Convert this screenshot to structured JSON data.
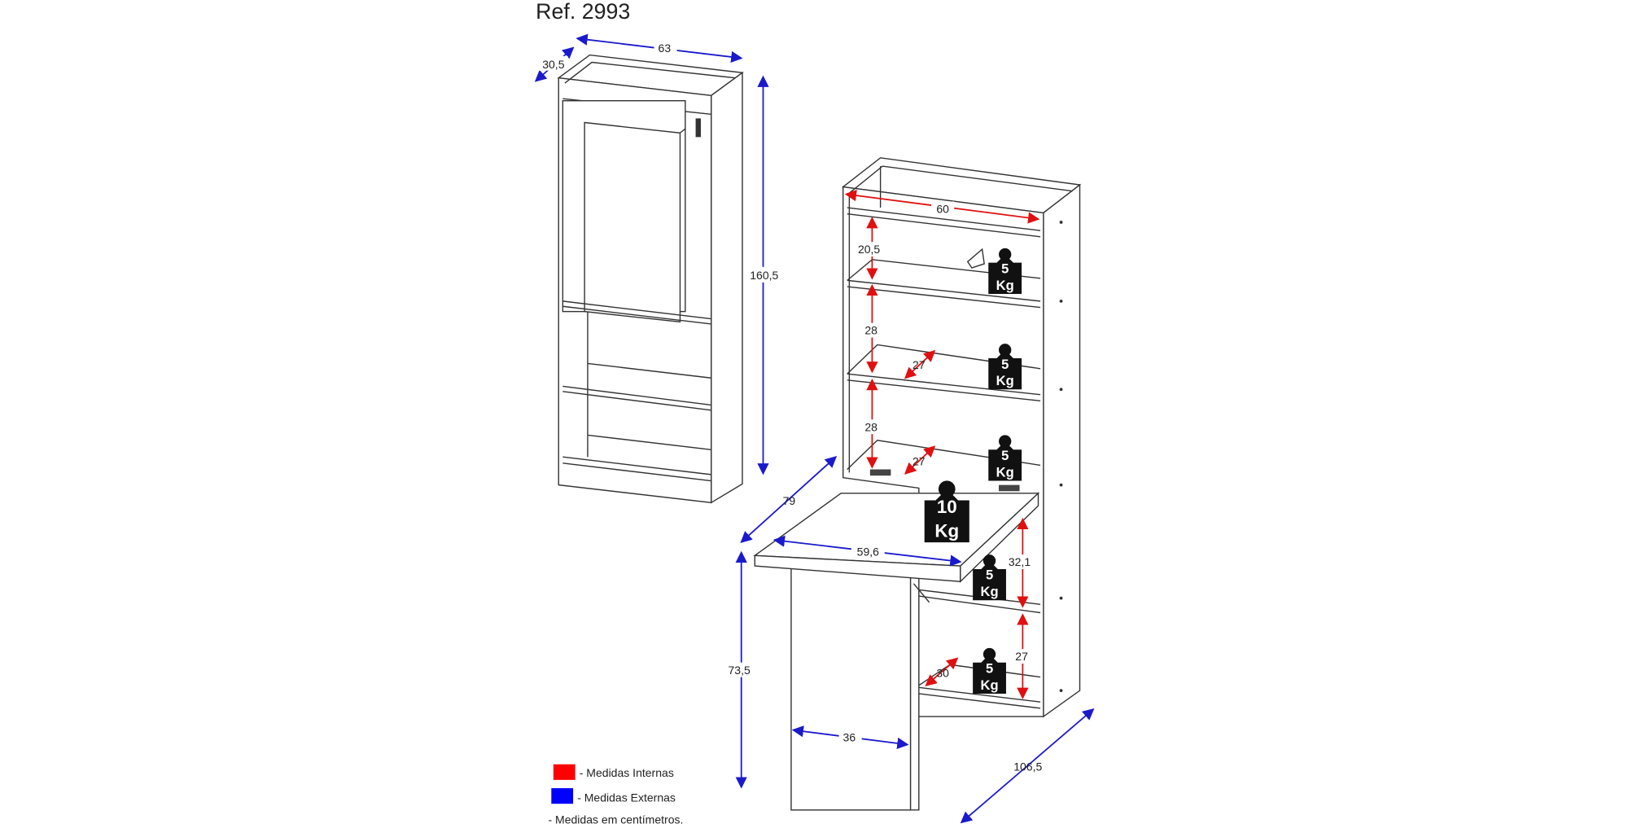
{
  "title": "Ref. 2993",
  "colors": {
    "internal": "#ff0000",
    "external": "#0000ff"
  },
  "external_dimensions": {
    "width": "63",
    "depth": "30,5",
    "height": "160,5",
    "desk_depth": "79",
    "desk_height": "73,5",
    "leg_width": "36",
    "total_depth": "106,5",
    "desk_width": "59,6"
  },
  "internal_dimensions": {
    "inner_width": "60",
    "top_gap": "20,5",
    "gap_1": "28",
    "shelf_depth_1": "27",
    "gap_2": "28",
    "shelf_depth_2": "27",
    "lower_gap_1": "32,1",
    "lower_gap_2": "27",
    "lower_depth": "30"
  },
  "weights": [
    {
      "value": "5",
      "unit": "Kg"
    },
    {
      "value": "5",
      "unit": "Kg"
    },
    {
      "value": "5",
      "unit": "Kg"
    },
    {
      "value": "10",
      "unit": "Kg"
    },
    {
      "value": "5",
      "unit": "Kg"
    },
    {
      "value": "5",
      "unit": "Kg"
    }
  ],
  "legend": {
    "internal": "- Medidas Internas",
    "external": "- Medidas Externas",
    "note": "- Medidas em centímetros."
  }
}
